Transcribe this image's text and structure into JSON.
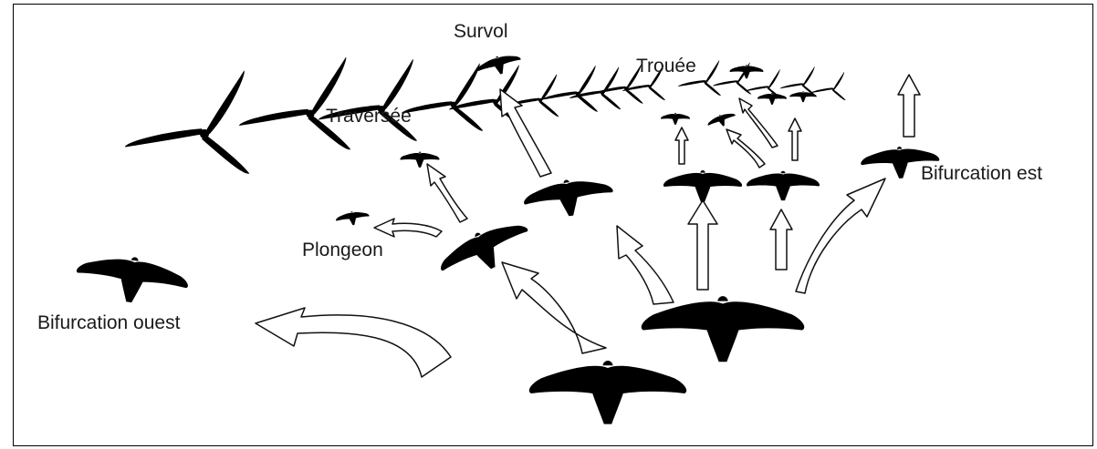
{
  "labels": {
    "survol": "Survol",
    "trouee": "Trouée",
    "traversee": "Traversée",
    "plongeon": "Plongeon",
    "bifurcation_ouest": "Bifurcation  ouest",
    "bifurcation_est": "Bifurcation est"
  },
  "colors": {
    "ink": "#111111",
    "background": "#ffffff"
  },
  "icons": [
    "wind-turbine-icon",
    "bird-icon",
    "flight-arrow-icon"
  ]
}
